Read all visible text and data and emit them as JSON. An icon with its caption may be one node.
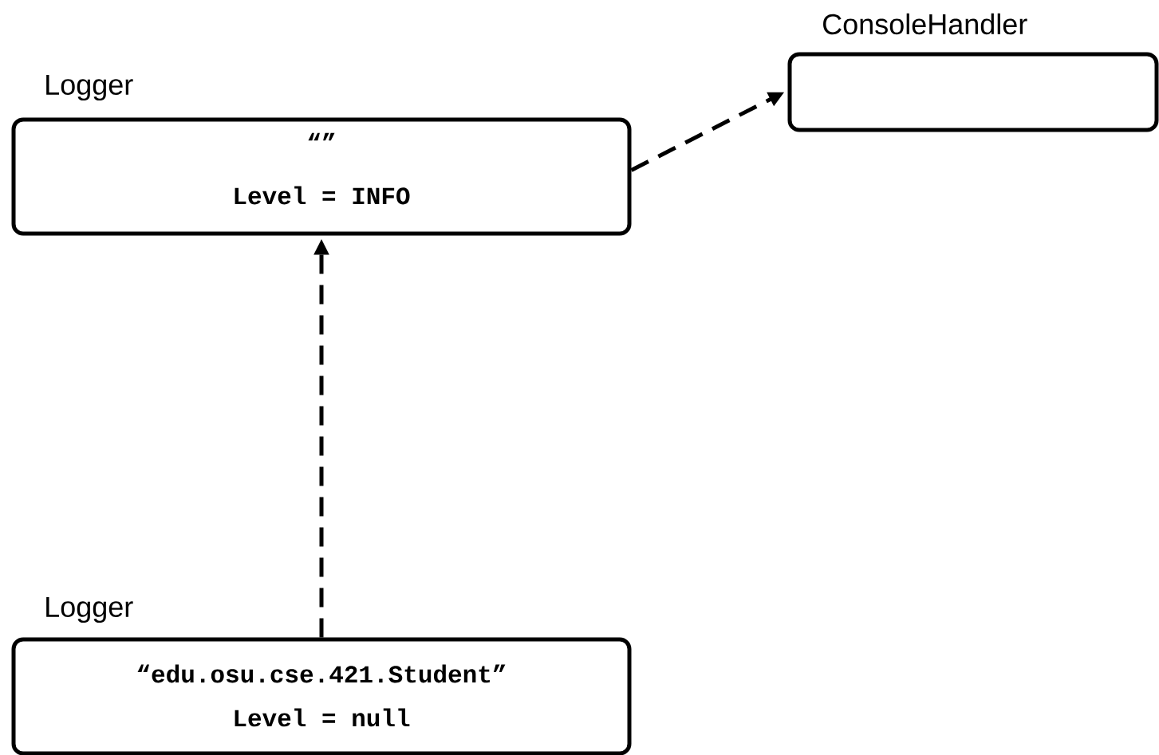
{
  "diagram": {
    "nodes": [
      {
        "text": [
          "Logger",
          "“”",
          "Level = INFO"
        ]
      },
      {
        "text": [
          "ConsoleHandler"
        ]
      },
      {
        "text": [
          "Logger",
          "“edu.osu.cse.421.Student”",
          "Level = null"
        ]
      }
    ],
    "edges": [
      {
        "from": 0,
        "to": 1,
        "arrow": "to",
        "style": "dashed"
      },
      {
        "from": 2,
        "to": 0,
        "arrow": "to",
        "style": "dashed"
      }
    ]
  }
}
